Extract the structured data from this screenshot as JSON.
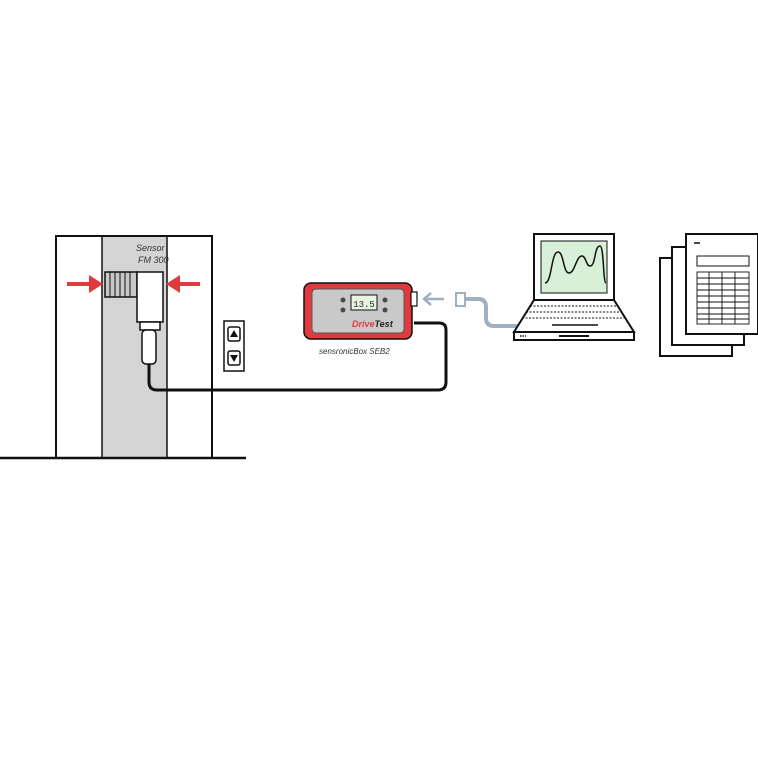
{
  "sensor": {
    "label_line1": "Sensor",
    "label_line2": "FM 300"
  },
  "logger": {
    "display_value": "13.5",
    "brand_part1": "Drive",
    "brand_part2": "Test",
    "model_label": "sensronicBox SEB2"
  },
  "colors": {
    "accent_red": "#e03a3e",
    "shaft_gray": "#d4d4d4",
    "cable_blue": "#9fb0c0",
    "screen_green": "#d8f0d8",
    "logger_gray": "#c9c9c9"
  },
  "icons": [
    "arrow-right-icon",
    "arrow-left-icon",
    "elevator-up-icon",
    "elevator-down-icon",
    "arrow-left-icon",
    "laptop-icon",
    "document-stack-icon"
  ]
}
